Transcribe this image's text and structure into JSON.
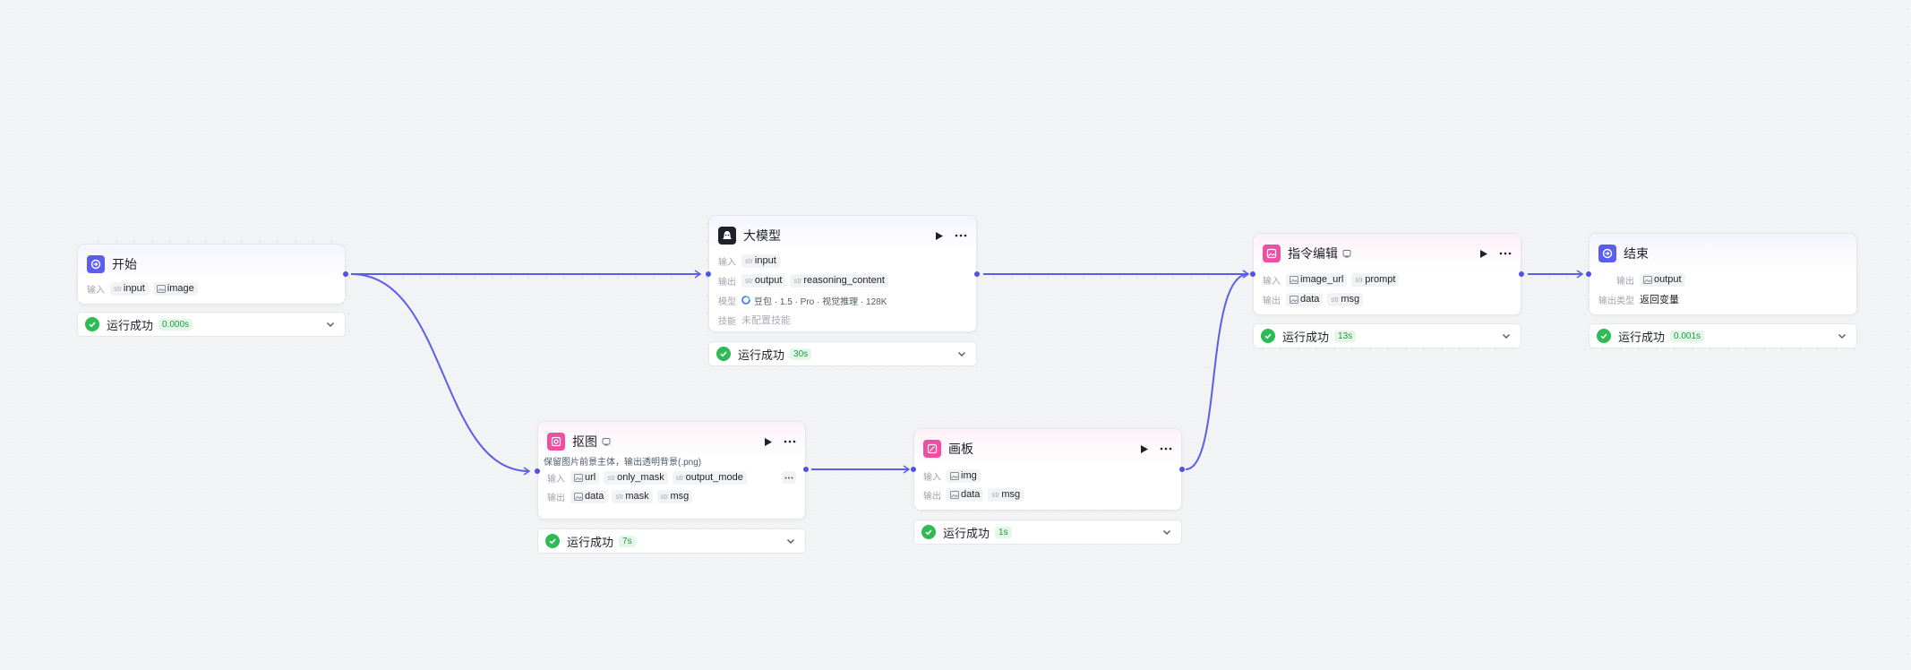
{
  "labels": {
    "input": "输入",
    "output": "输出",
    "model": "模型",
    "skill": "技能",
    "output_type": "输出类型"
  },
  "str_prefix": "str",
  "status_text": "运行成功",
  "nodes": {
    "start": {
      "title": "开始",
      "inputs": [
        "input",
        "image"
      ],
      "duration": "0.000s"
    },
    "llm": {
      "title": "大模型",
      "inputs": [
        "input"
      ],
      "outputs": [
        "output",
        "reasoning_content"
      ],
      "model": "豆包 · 1.5 · Pro · 视觉推理 · 128K",
      "skill": "未配置技能",
      "duration": "30s"
    },
    "cutout": {
      "title": "抠图",
      "description": "保留图片前景主体，输出透明背景(.png)",
      "inputs": [
        "url",
        "only_mask",
        "output_mode"
      ],
      "outputs": [
        "data",
        "mask",
        "msg"
      ],
      "duration": "7s"
    },
    "canvas": {
      "title": "画板",
      "inputs": [
        "img"
      ],
      "outputs": [
        "data",
        "msg"
      ],
      "duration": "1s"
    },
    "edit": {
      "title": "指令编辑",
      "inputs": [
        "image_url",
        "prompt"
      ],
      "outputs": [
        "data",
        "msg"
      ],
      "duration": "13s"
    },
    "end": {
      "title": "结束",
      "outputs": [
        "output"
      ],
      "output_type": "返回变量",
      "duration": "0.001s"
    }
  },
  "colors": {
    "edge": "#5b5fe6",
    "success": "#2dbb55",
    "brand": "#5a5df0",
    "pink": "#ec4fa4"
  }
}
